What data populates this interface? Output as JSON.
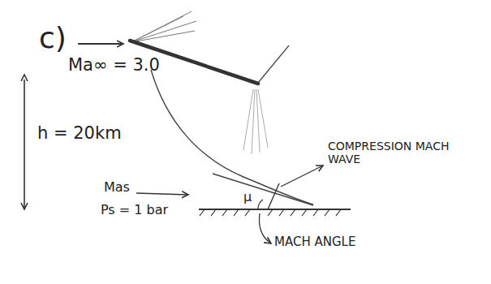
{
  "diagram": {
    "labels": [
      "c)",
      "Ma∞ = 3.0",
      "h = 20km",
      "Mas",
      "Ps = 1 bar",
      "μ",
      "COMPRESSION MACH WAVE",
      "MACH ANGLE"
    ]
  }
}
